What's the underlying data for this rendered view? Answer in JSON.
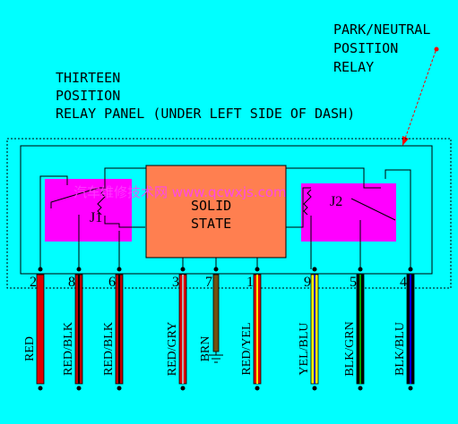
{
  "labels": {
    "park_neutral": [
      "PARK/NEUTRAL",
      "POSITION",
      "RELAY"
    ],
    "panel": [
      "THIRTEEN",
      "POSITION",
      "RELAY PANEL (UNDER LEFT SIDE OF DASH)"
    ],
    "relay_j1": "J1",
    "relay_j2": "J2",
    "solid_state": [
      "SOLID",
      "STATE"
    ],
    "watermark": "汽车维修技术网 www.qcwxjs.com"
  },
  "terminals": [
    {
      "pin": "2",
      "wire": "RED",
      "color": "#E00000",
      "stripe": ""
    },
    {
      "pin": "8",
      "wire": "RED/BLK",
      "color": "#C00000",
      "stripe": "#000000"
    },
    {
      "pin": "6",
      "wire": "RED/BLK",
      "color": "#C00000",
      "stripe": "#000000"
    },
    {
      "pin": "3",
      "wire": "RED/GRY",
      "color": "#E00000",
      "stripe": "#B0B0B0"
    },
    {
      "pin": "7",
      "wire": "BRN",
      "color": "#705010",
      "stripe": ""
    },
    {
      "pin": "1",
      "wire": "RED/YEL",
      "color": "#E00000",
      "stripe": "#FFFF00"
    },
    {
      "pin": "9",
      "wire": "YEL/BLU",
      "color": "#FFFF00",
      "stripe": "#0000C0"
    },
    {
      "pin": "5",
      "wire": "BLK/GRN",
      "color": "#000000",
      "stripe": "#00A000"
    },
    {
      "pin": "4",
      "wire": "BLK/BLU",
      "color": "#000000",
      "stripe": "#0000FF"
    }
  ],
  "colors": {
    "background": "#00FFFF",
    "relay_fill": "#FF00FF",
    "solid_state_fill": "#FF7F50",
    "leader": "#FF0000"
  }
}
